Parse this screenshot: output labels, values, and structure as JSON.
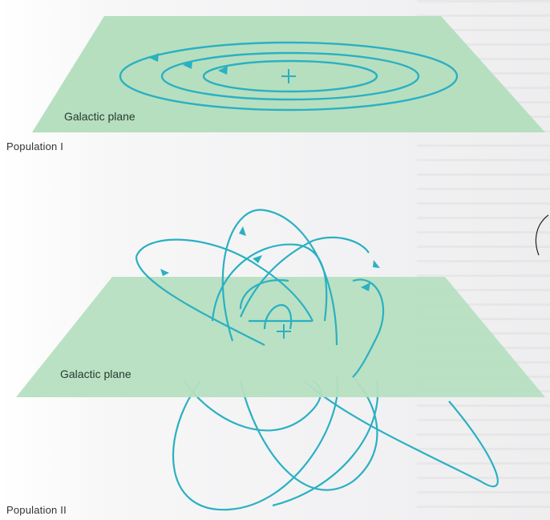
{
  "top_panel": {
    "plane_label": "Galactic plane",
    "caption": "Population I"
  },
  "bottom_panel": {
    "plane_label": "Galactic plane",
    "caption": "Population II"
  },
  "colors": {
    "plane": "#b6dfc0",
    "orbit": "#2bb0c2",
    "center_marker": "#2bb0c2",
    "text": "#333333",
    "background": "#f4f4f5"
  },
  "icons": {
    "center": "plus-icon",
    "direction": "arrowhead-icon"
  }
}
